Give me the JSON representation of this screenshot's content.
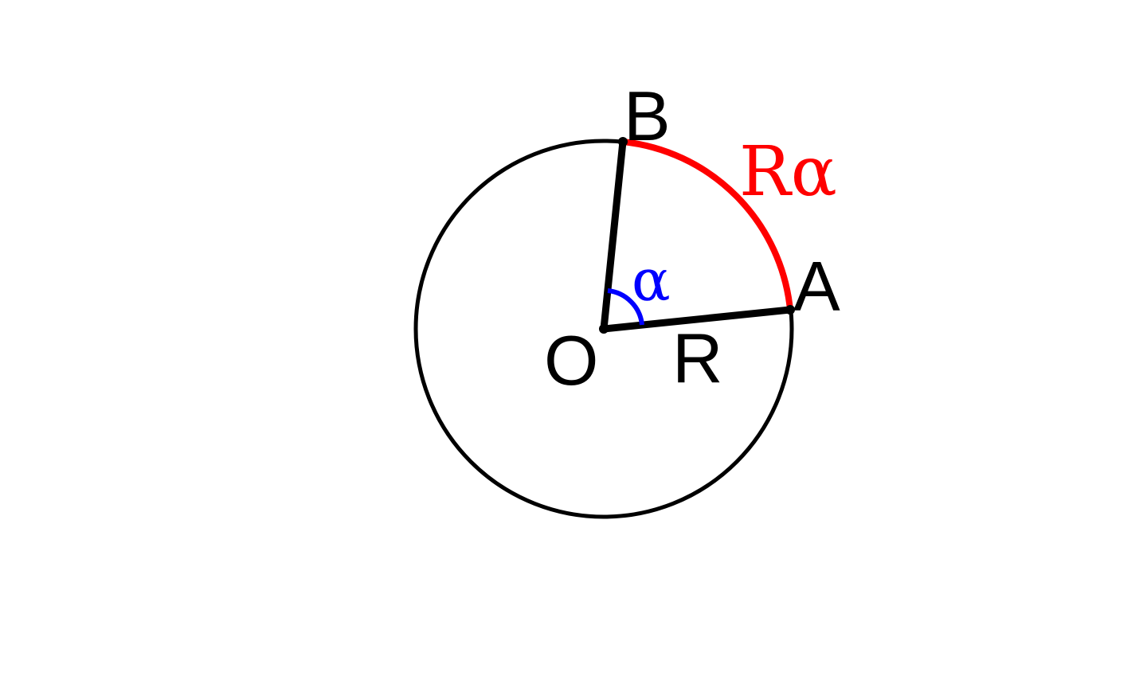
{
  "labels": {
    "point_b": "B",
    "point_a": "A",
    "center_o": "O",
    "radius": "R",
    "angle": "α",
    "arc_length": "Rα"
  },
  "colors": {
    "background": "#ffffff",
    "stroke": "#000000",
    "arc_highlight": "#ff0000",
    "angle_marker": "#0000ff"
  }
}
